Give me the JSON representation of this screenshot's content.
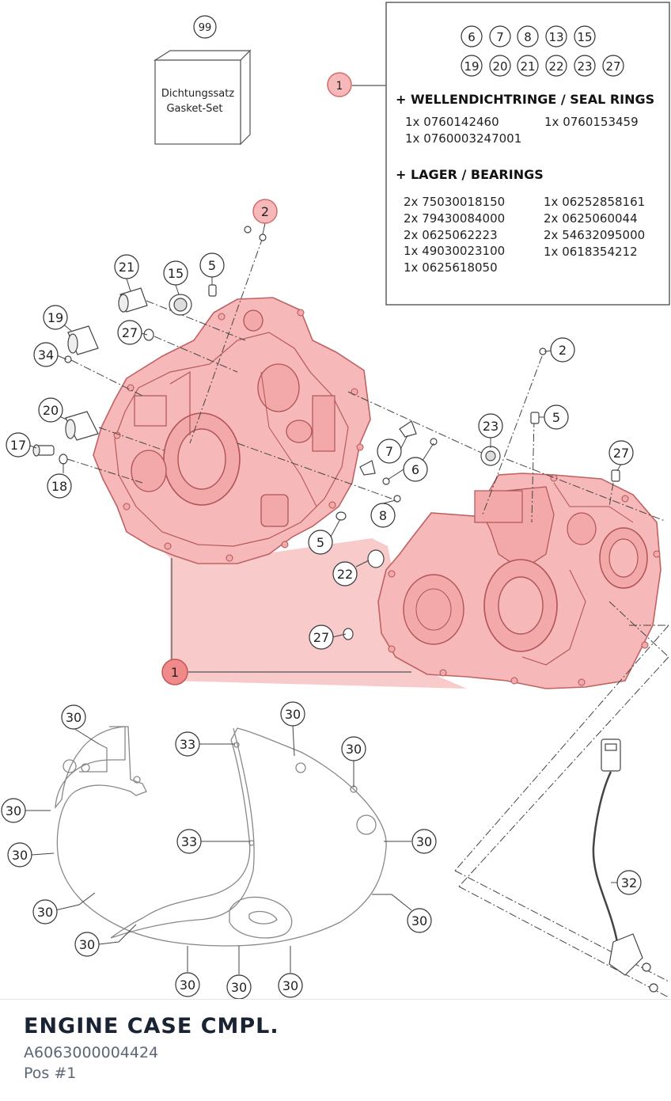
{
  "box99": {
    "line1": "Dichtungssatz",
    "line2": "Gasket-Set"
  },
  "kit": {
    "badges_row1": [
      "6",
      "7",
      "8",
      "13",
      "15"
    ],
    "badges_row2": [
      "19",
      "20",
      "21",
      "22",
      "23",
      "27"
    ],
    "seal_header": "+ WELLENDICHTRINGE / SEAL RINGS",
    "seal_left": [
      "1x 0760142460",
      "1x 0760003247001"
    ],
    "seal_right": [
      "1x 0760153459"
    ],
    "bearing_header": "+ LAGER / BEARINGS",
    "bearing_left": [
      "2x 75030018150",
      "2x 79430084000",
      "2x 0625062223",
      "1x 49030023100",
      "1x 0625618050"
    ],
    "bearing_right": [
      "1x 06252858161",
      "2x 0625060044",
      "2x 54632095000",
      "1x 0618354212"
    ]
  },
  "labels": {
    "n1": "1",
    "n2": "2",
    "n5": "5",
    "n6": "6",
    "n7": "7",
    "n8": "8",
    "n15": "15",
    "n17": "17",
    "n18": "18",
    "n19": "19",
    "n20": "20",
    "n21": "21",
    "n22": "22",
    "n23": "23",
    "n27": "27",
    "n30": "30",
    "n32": "32",
    "n33": "33",
    "n34": "34",
    "n99": "99"
  },
  "colors": {
    "highlight_fill": "#f6b8b8",
    "highlight_stroke": "#d46a6a",
    "line": "#333333"
  },
  "caption": {
    "title": "ENGINE CASE CMPL.",
    "code": "A6063000004424",
    "pos": "Pos #1"
  }
}
